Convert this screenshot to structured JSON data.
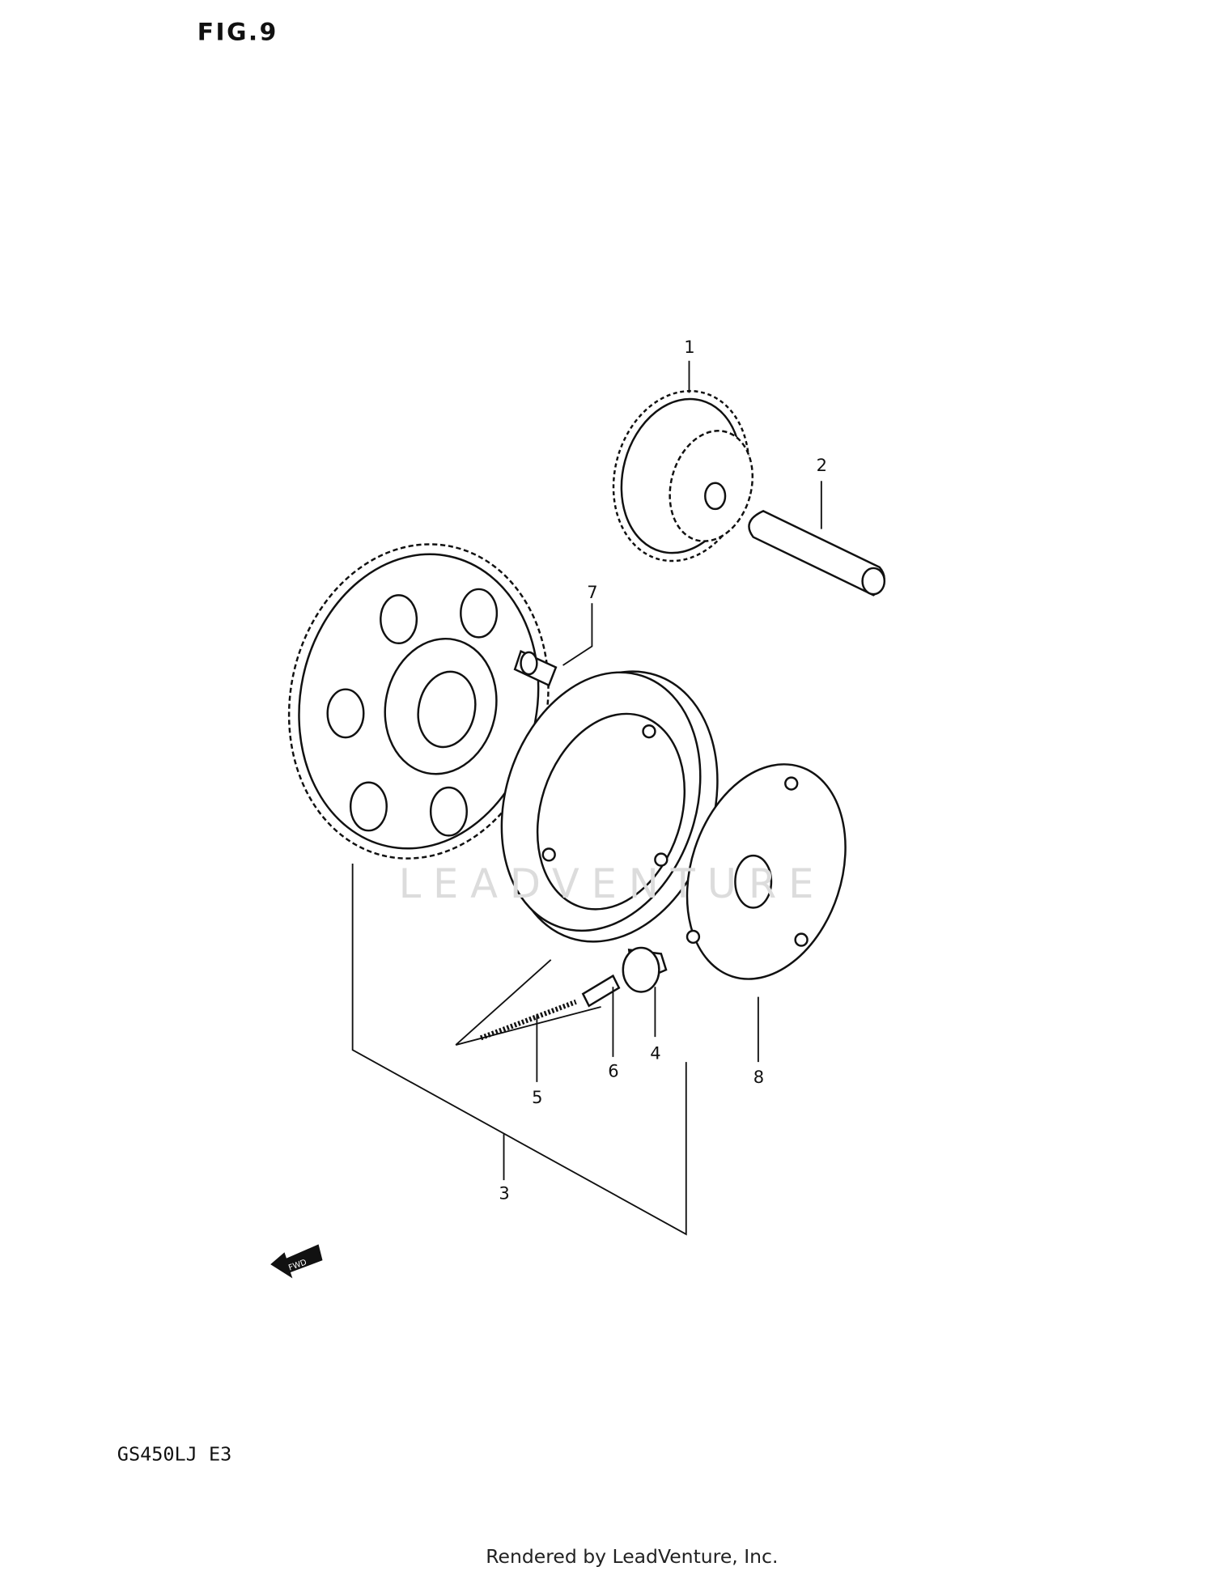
{
  "figure": {
    "title": "FIG.9",
    "model": "GS450LJ E3"
  },
  "watermark": "LEADVENTURE",
  "footer": "Rendered by LeadVenture, Inc.",
  "callouts": [
    {
      "id": "1",
      "label": "1"
    },
    {
      "id": "2",
      "label": "2"
    },
    {
      "id": "3",
      "label": "3"
    },
    {
      "id": "4",
      "label": "4"
    },
    {
      "id": "5",
      "label": "5"
    },
    {
      "id": "6",
      "label": "6"
    },
    {
      "id": "7",
      "label": "7"
    },
    {
      "id": "8",
      "label": "8"
    }
  ],
  "fwd_arrow": "FWD"
}
